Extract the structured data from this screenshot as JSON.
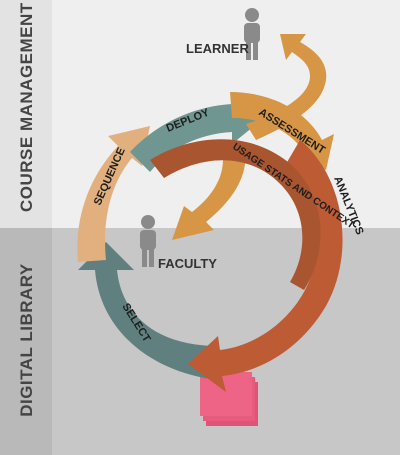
{
  "zones": {
    "top_label": "COURSE MANAGEMENT",
    "bottom_label": "DIGITAL LIBRARY"
  },
  "actors": {
    "learner": "LEARNER",
    "faculty": "FACULTY"
  },
  "cycle_steps": {
    "deploy": "DEPLOY",
    "assessment": "ASSESSMENT",
    "analytics": "ANALYTICS",
    "usage": "USAGE STATS AND CONTEXT",
    "sequence": "SEQUENCE",
    "select": "SELECT"
  },
  "colors": {
    "deploy_arrow": "#6f9690",
    "sequence_arrow": "#e2b07e",
    "select_arrow": "#5f807f",
    "assessment_arrow": "#d69645",
    "analytics_arrow": "#bd5b35",
    "library_stack": "#ec6283",
    "person": "#8a8a8a"
  }
}
